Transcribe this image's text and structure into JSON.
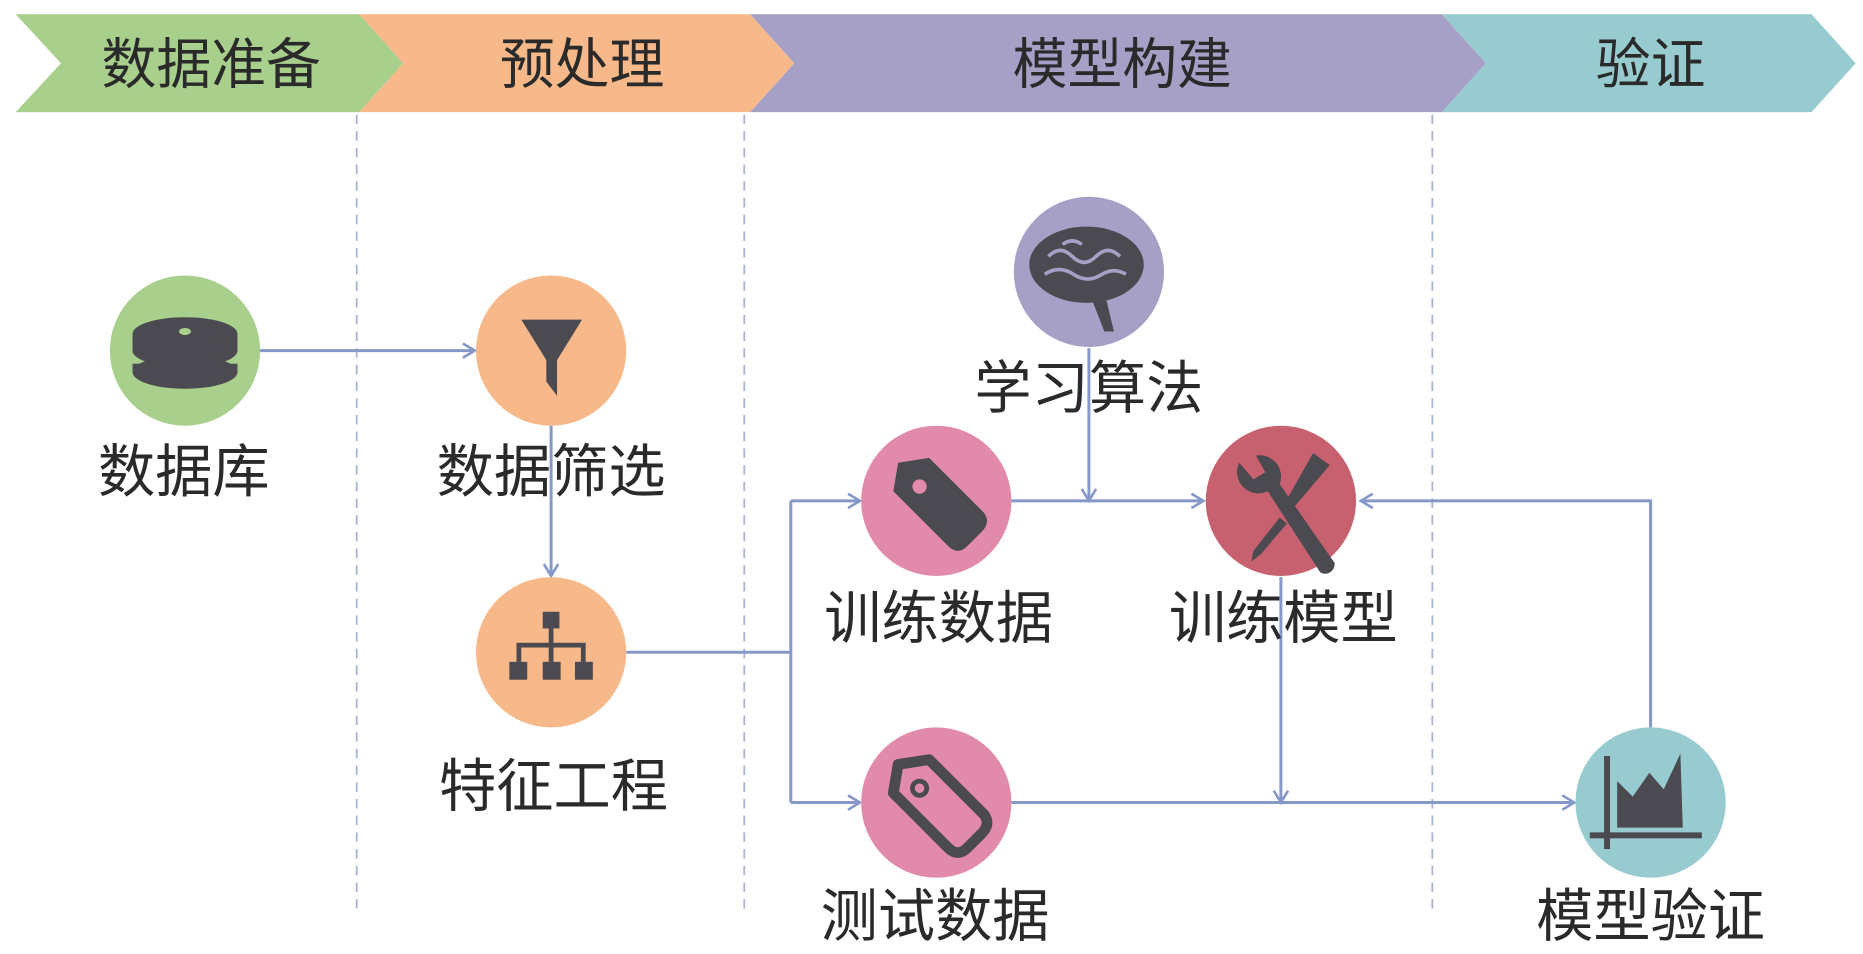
{
  "stages": [
    {
      "label": "数据准备",
      "color": "#a9cf8c"
    },
    {
      "label": "预处理",
      "color": "#f7b98a"
    },
    {
      "label": "模型构建",
      "color": "#a69fc6"
    },
    {
      "label": "验证",
      "color": "#97cbcf"
    }
  ],
  "nodes": {
    "database": {
      "label": "数据库",
      "icon": "database-icon",
      "color": "#a9cf8c"
    },
    "filter": {
      "label": "数据筛选",
      "icon": "funnel-icon",
      "color": "#f7b98a"
    },
    "feature": {
      "label": "特征工程",
      "icon": "hierarchy-icon",
      "color": "#f7b98a"
    },
    "algorithm": {
      "label": "学习算法",
      "icon": "brain-icon",
      "color": "#a69fc6"
    },
    "train_data": {
      "label": "训练数据",
      "icon": "tag-filled-icon",
      "color": "#e18aab"
    },
    "train_model": {
      "label": "训练模型",
      "icon": "tools-icon",
      "color": "#c8616f"
    },
    "test_data": {
      "label": "测试数据",
      "icon": "tag-outline-icon",
      "color": "#e18aab"
    },
    "validate": {
      "label": "模型验证",
      "icon": "area-chart-icon",
      "color": "#97cbcf"
    }
  },
  "line_color": "#8598c8"
}
